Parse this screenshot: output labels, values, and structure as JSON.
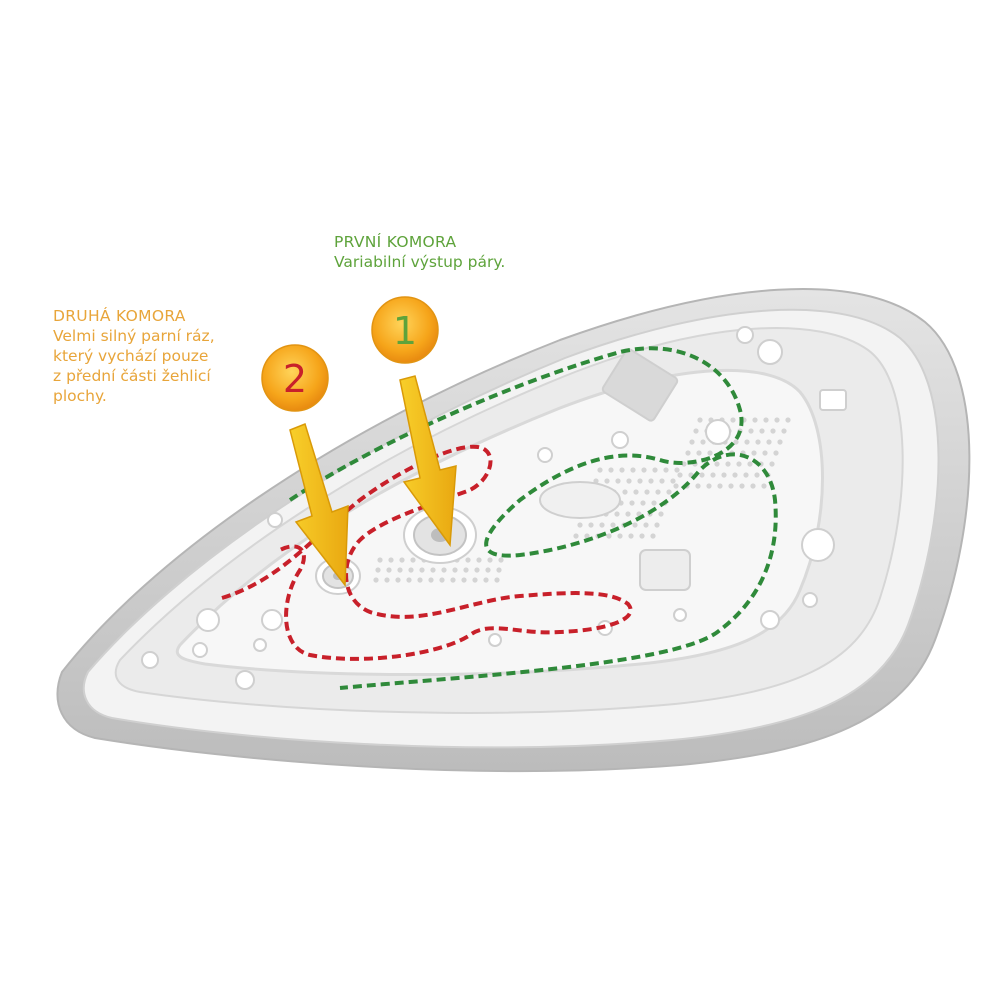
{
  "colors": {
    "first_chamber": "#5ea33b",
    "second_chamber": "#e8a53a",
    "badge_orange": "#f2a21c",
    "arrow_yellow": "#f4bd16",
    "number_green": "#5ea33b",
    "number_red": "#c8202a",
    "path_green": "#2f8a3a",
    "path_red": "#c8202a",
    "soleplate_outer": "#c9c9c9",
    "soleplate_inner": "#f2f2f2"
  },
  "first_chamber": {
    "title": "PRVNÍ KOMORA",
    "description": "Variabilní výstup páry.",
    "number": "1"
  },
  "second_chamber": {
    "title": "DRUHÁ KOMORA",
    "description": "Velmi silný parní ráz,\nkterý vychází pouze\nz přední části žehlicí\nplochy.",
    "number": "2"
  }
}
